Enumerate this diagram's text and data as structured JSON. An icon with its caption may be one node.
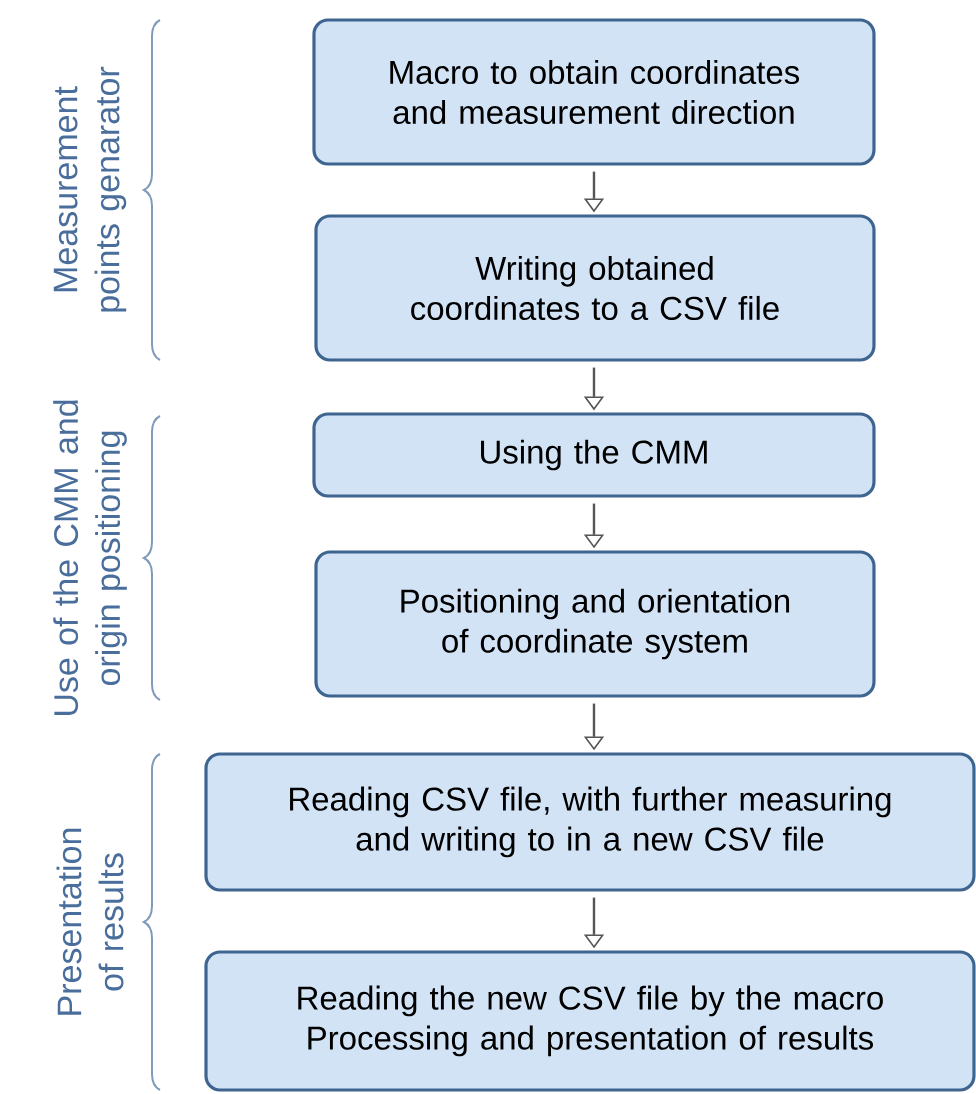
{
  "diagram": {
    "nodes": [
      {
        "text": [
          "Macro to obtain coordinates and measurement direction"
        ]
      },
      {
        "text": [
          "Writing obtained coordinates to a CSV file"
        ]
      },
      {
        "text": [
          "Using the CMM"
        ]
      },
      {
        "text": [
          "Positioning and orientation of coordinate system"
        ]
      },
      {
        "text": [
          "Reading CSV file, with further measuring and writing to in a new CSV file"
        ]
      },
      {
        "text": [
          "Reading the new CSV file by the macro Processing and presentation of results"
        ]
      }
    ],
    "edges": [
      {
        "from": 0,
        "to": 1,
        "arrow": "to"
      },
      {
        "from": 1,
        "to": 2,
        "arrow": "to"
      },
      {
        "from": 2,
        "to": 3,
        "arrow": "to"
      },
      {
        "from": 3,
        "to": 4,
        "arrow": "to"
      },
      {
        "from": 4,
        "to": 5,
        "arrow": "to"
      }
    ],
    "labels": [
      "Measurement points genarator",
      "Use of the CMM and origin positioning",
      "Presentation of results"
    ]
  }
}
